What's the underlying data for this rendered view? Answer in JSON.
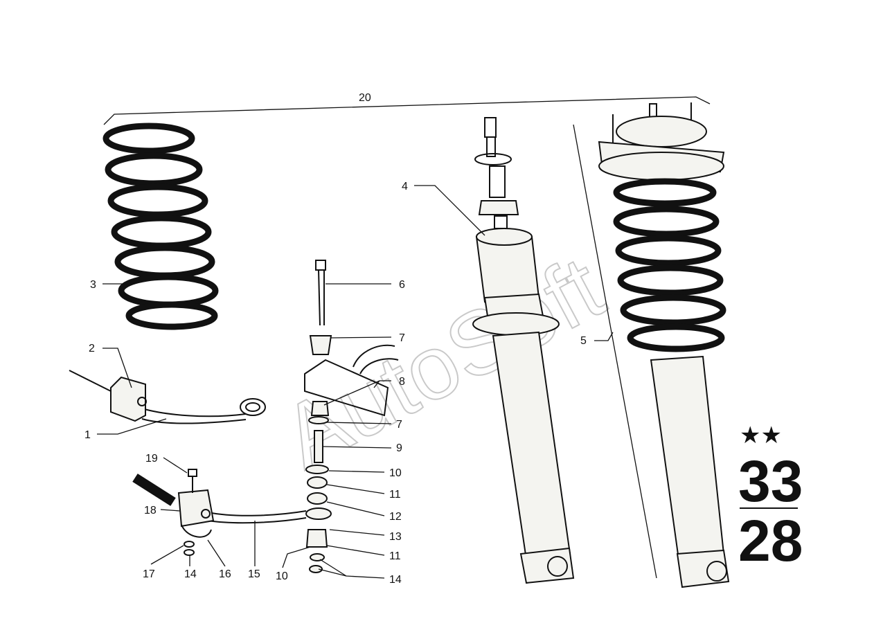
{
  "watermark": "AutoSoft",
  "group_number_top": "33",
  "group_number_bottom": "28",
  "stars": "★★",
  "callouts": {
    "c1": "1",
    "c2": "2",
    "c3": "3",
    "c4": "4",
    "c5": "5",
    "c6": "6",
    "c7a": "7",
    "c7b": "7",
    "c8": "8",
    "c9": "9",
    "c10a": "10",
    "c10b": "10",
    "c11a": "11",
    "c11b": "11",
    "c12": "12",
    "c13": "13",
    "c14a": "14",
    "c14b": "14",
    "c15": "15",
    "c16": "16",
    "c17": "17",
    "c18": "18",
    "c19": "19",
    "c20": "20"
  }
}
